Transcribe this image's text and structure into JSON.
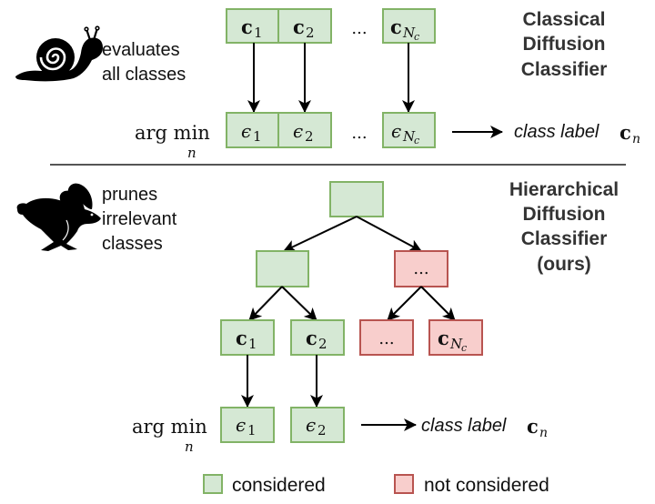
{
  "colors": {
    "considered_fill": "#d5e8d4",
    "considered_stroke": "#82b366",
    "not_considered_fill": "#f8cecc",
    "not_considered_stroke": "#b85450",
    "title": "#333333",
    "text": "#111111",
    "separator": "#555555"
  },
  "icons": {
    "classical": "snail-icon",
    "hierarchical": "rabbit-icon"
  },
  "classical": {
    "title_lines": [
      "Classical",
      "Diffusion",
      "Classifier"
    ],
    "description_lines": [
      "evaluates",
      "all classes"
    ],
    "conditions": [
      {
        "base": "c",
        "sub": "1",
        "status": "considered"
      },
      {
        "base": "c",
        "sub": "2",
        "status": "considered"
      },
      {
        "base": "c",
        "sub": "N",
        "subsub": "c",
        "status": "considered"
      }
    ],
    "ellipsis": "...",
    "errors": [
      {
        "base": "ϵ",
        "sub": "1",
        "status": "considered"
      },
      {
        "base": "ϵ",
        "sub": "2",
        "status": "considered"
      },
      {
        "base": "ϵ",
        "sub": "N",
        "subsub": "c",
        "status": "considered"
      }
    ],
    "argmin": {
      "op": "arg min",
      "sub": "n"
    },
    "result": {
      "text": "class label",
      "symbol": "c",
      "sub": "n"
    }
  },
  "hierarchical": {
    "title_lines": [
      "Hierarchical",
      "Diffusion",
      "Classifier",
      "(ours)"
    ],
    "description_lines": [
      "prunes",
      "irrelevant",
      "classes"
    ],
    "tree": {
      "root": {
        "label": "",
        "status": "considered"
      },
      "level1": [
        {
          "label": "",
          "status": "considered"
        },
        {
          "label": "...",
          "status": "not_considered"
        }
      ],
      "leaves": [
        {
          "base": "c",
          "sub": "1",
          "status": "considered"
        },
        {
          "base": "c",
          "sub": "2",
          "status": "considered"
        },
        {
          "label": "...",
          "status": "not_considered"
        },
        {
          "base": "c",
          "sub": "N",
          "subsub": "c",
          "status": "not_considered"
        }
      ]
    },
    "errors": [
      {
        "base": "ϵ",
        "sub": "1",
        "status": "considered"
      },
      {
        "base": "ϵ",
        "sub": "2",
        "status": "considered"
      }
    ],
    "argmin": {
      "op": "arg min",
      "sub": "n"
    },
    "result": {
      "text": "class label",
      "symbol": "c",
      "sub": "n"
    }
  },
  "legend": [
    {
      "label": "considered",
      "status": "considered"
    },
    {
      "label": "not considered",
      "status": "not_considered"
    }
  ]
}
